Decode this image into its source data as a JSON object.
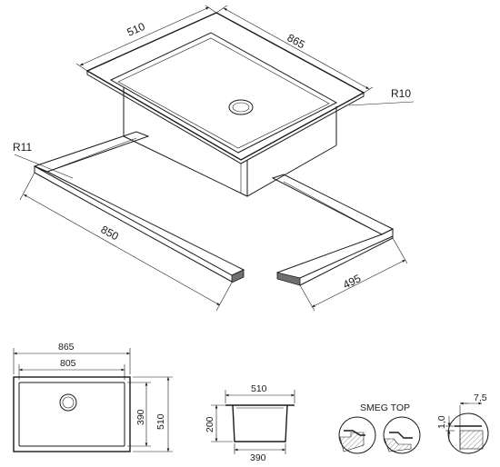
{
  "isometric": {
    "dims": {
      "width_top": "510",
      "length_top": "865",
      "radius_sink": "R10",
      "radius_cut": "R11",
      "length_cut": "850",
      "width_cut": "495"
    }
  },
  "top_view": {
    "dims": {
      "overall_width": "865",
      "bowl_width": "805",
      "bowl_depth": "390",
      "overall_depth": "510"
    }
  },
  "section_view": {
    "dims": {
      "top_width": "510",
      "height": "200",
      "bottom_width": "390"
    }
  },
  "install_details": {
    "label": "SMEG TOP",
    "dims": {
      "edge_offset": "7,5",
      "thickness": "1,0"
    }
  }
}
